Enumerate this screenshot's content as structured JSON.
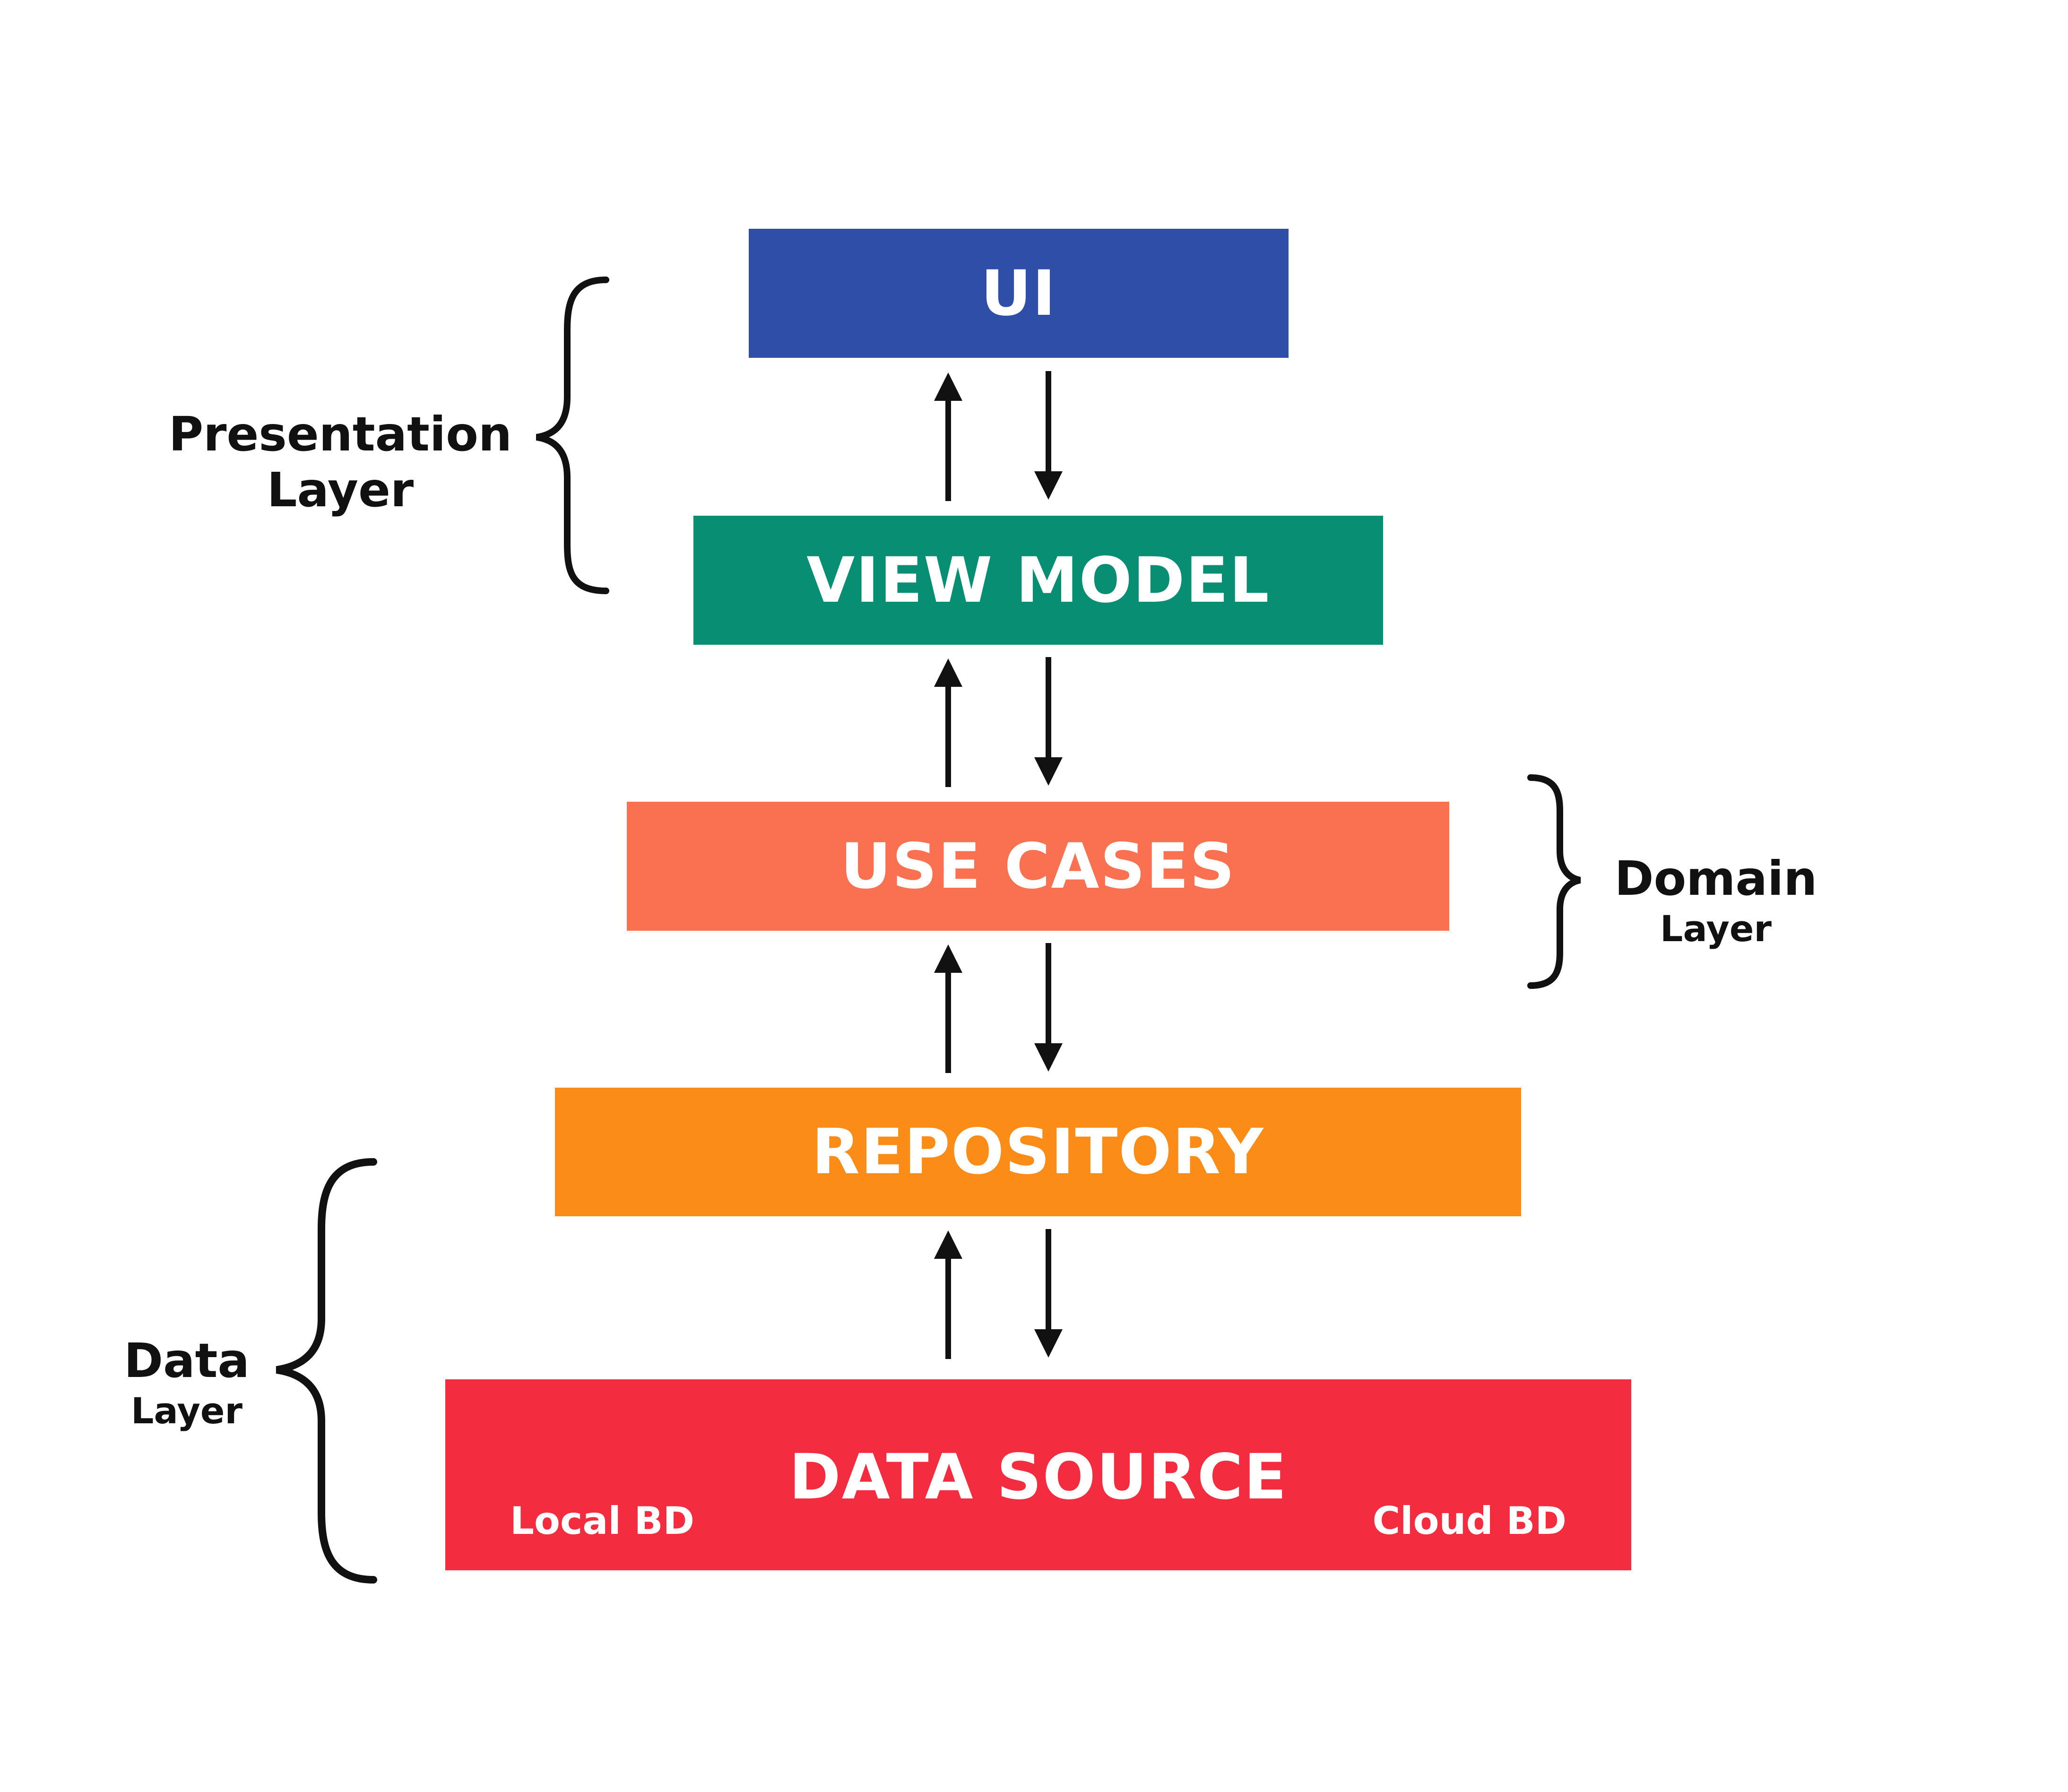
{
  "colors": {
    "ui": "#2f4ea8",
    "view_model": "#078e73",
    "use_cases": "#f97150",
    "repository": "#fb8c17",
    "data_source": "#f42c40",
    "ink": "#111111"
  },
  "boxes": {
    "ui": "UI",
    "view_model": "VIEW MODEL",
    "use_cases": "USE CASES",
    "repository": "REPOSITORY",
    "data_source": {
      "title": "DATA SOURCE",
      "left": "Local BD",
      "right": "Cloud BD"
    }
  },
  "layers": {
    "presentation": "Presentation Layer",
    "domain": {
      "main": "Domain",
      "sub": "Layer"
    },
    "data": {
      "main": "Data",
      "sub": "Layer"
    }
  },
  "icons": {
    "arrow_up": "arrow-up-icon",
    "arrow_down": "arrow-down-icon",
    "brace": "curly-brace-icon"
  }
}
